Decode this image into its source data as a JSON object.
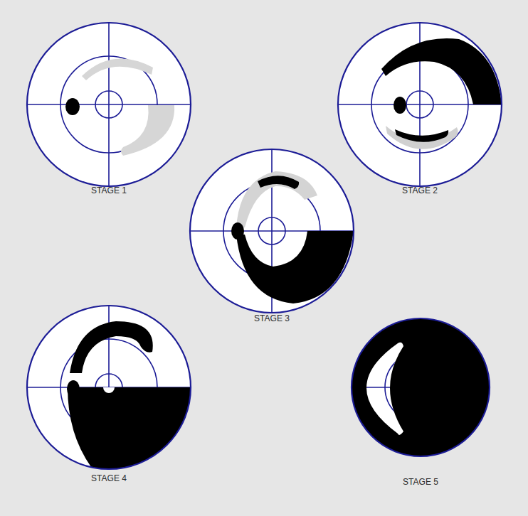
{
  "diagram": {
    "nodes": [
      {
        "text": [
          "STAGE 1"
        ]
      },
      {
        "text": [
          "STAGE 2"
        ]
      },
      {
        "text": [
          "STAGE 3"
        ]
      },
      {
        "text": [
          "STAGE 4"
        ]
      },
      {
        "text": [
          "STAGE 5"
        ]
      }
    ]
  }
}
